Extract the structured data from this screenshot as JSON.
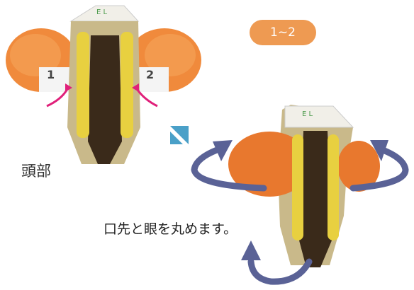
{
  "step_badge": "1~2",
  "head_label": "頭部",
  "caption": "口先と眼を丸めます。",
  "tab_letters_left": "E L",
  "tab_letters_right": "E L",
  "flap_numbers": [
    "1",
    "2"
  ],
  "colors": {
    "badge": "#ee9a52",
    "eye_orange": "#f08a3c",
    "mouth_yellow": "#e8d040",
    "arrow_pink": "#e0207a",
    "rotate_arrow": "#5a6296",
    "step_arrow": "#4aa0c8"
  },
  "icons": [
    "head-before-illustration",
    "head-after-illustration",
    "step-arrow-icon",
    "rotate-arrow-icon"
  ]
}
